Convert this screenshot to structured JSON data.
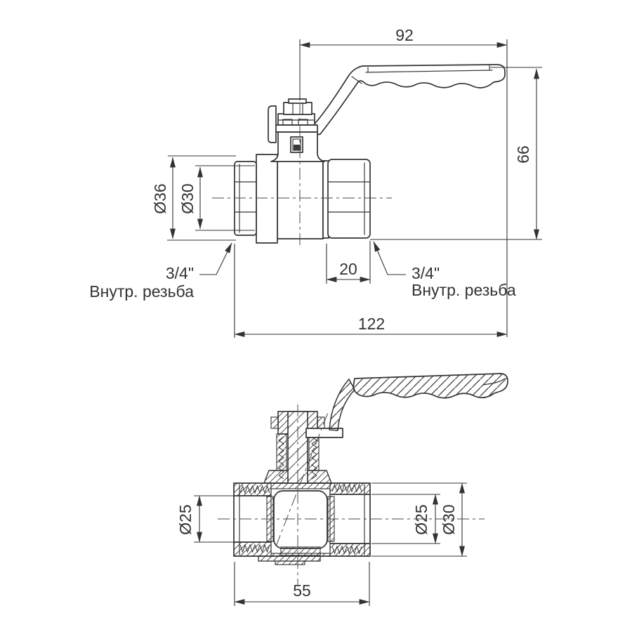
{
  "drawing": {
    "kind": "ball-valve-dimensional-drawing",
    "colors": {
      "line": "#333333",
      "background": "#ffffff"
    },
    "side_view": {
      "dim_handle_length": "92",
      "dim_overall_height": "66",
      "dim_body_od": "Ø36",
      "dim_thread_od": "Ø30",
      "dim_thread_depth": "20",
      "dim_overall_length": "122",
      "label_left_size": "3/4\"",
      "label_left_type": "Внутр. резьба",
      "label_right_size": "3/4\"",
      "label_right_type": "Внутр. резьба"
    },
    "section_view": {
      "dim_bore_left": "Ø25",
      "dim_bore_right": "Ø25",
      "dim_port_od": "Ø30",
      "dim_body_length": "55"
    }
  }
}
